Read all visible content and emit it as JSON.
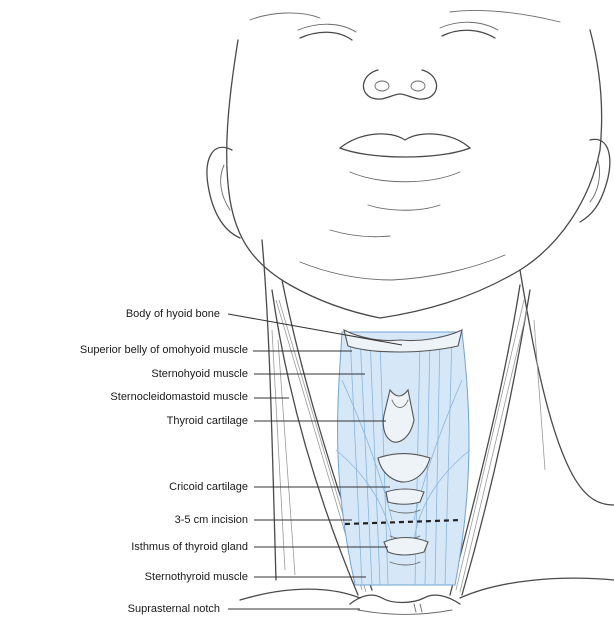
{
  "labels": {
    "hyoid": "Body of hyoid bone",
    "omohyoid": "Superior belly of omohyoid muscle",
    "sternohyoid": "Sternohyoid muscle",
    "scm": "Sternocleidomastoid muscle",
    "thyroid_cartilage": "Thyroid cartilage",
    "cricoid": "Cricoid cartilage",
    "incision": "3-5 cm incision",
    "isthmus": "Isthmus of thyroid gland",
    "sternothyroid": "Sternothyroid muscle",
    "notch": "Suprasternal notch"
  },
  "colors": {
    "muscle_fill": "#d6e7f7",
    "muscle_stroke": "#6fa3d6",
    "line_art": "#4a4a4a"
  }
}
